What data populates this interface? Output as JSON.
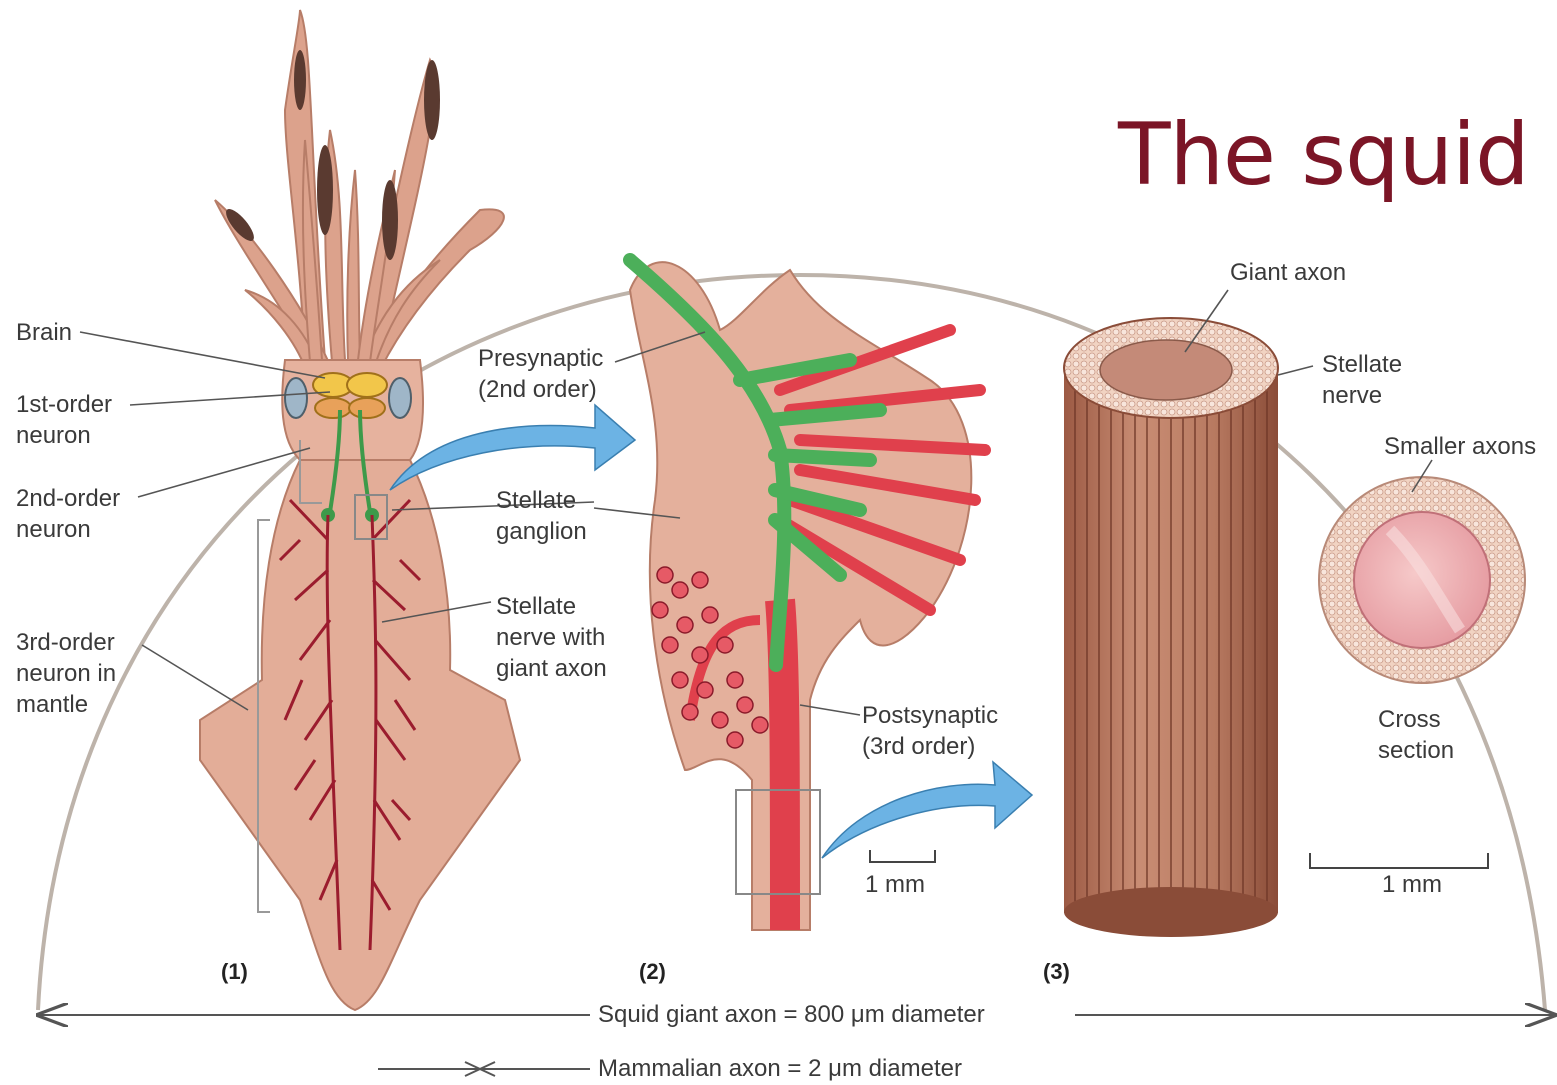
{
  "title": "The squid",
  "colors": {
    "title": "#7b1526",
    "skin": "#e8b9a4",
    "presynaptic": "#4caf5a",
    "postsynaptic": "#e0404c",
    "nerve_branch": "#8a1a2a",
    "arrow": "#5aa6dc"
  },
  "labels": {
    "brain": "Brain",
    "first_order_1": "1st-order",
    "first_order_2": "neuron",
    "second_order_1": "2nd-order",
    "second_order_2": "neuron",
    "third_order_1": "3rd-order",
    "third_order_2": "neuron in",
    "third_order_3": "mantle",
    "presynaptic_1": "Presynaptic",
    "presynaptic_2": "(2nd order)",
    "stellate_ganglion_1": "Stellate",
    "stellate_ganglion_2": "ganglion",
    "stellate_nerve_1": "Stellate",
    "stellate_nerve_2": "nerve with",
    "stellate_nerve_3": "giant axon",
    "postsynaptic_1": "Postsynaptic",
    "postsynaptic_2": "(3rd order)",
    "giant_axon": "Giant axon",
    "stellate_nerve_r1": "Stellate",
    "stellate_nerve_r2": "nerve",
    "smaller_axons": "Smaller  axons",
    "cross_section_1": "Cross",
    "cross_section_2": "section",
    "scale_mm_a": "1 mm",
    "scale_mm_b": "1 mm",
    "panel_1": "(1)",
    "panel_2": "(2)",
    "panel_3": "(3)",
    "squid_axon": "Squid giant axon = 800 μm diameter",
    "mammal_axon": "Mammalian axon = 2 μm diameter"
  }
}
